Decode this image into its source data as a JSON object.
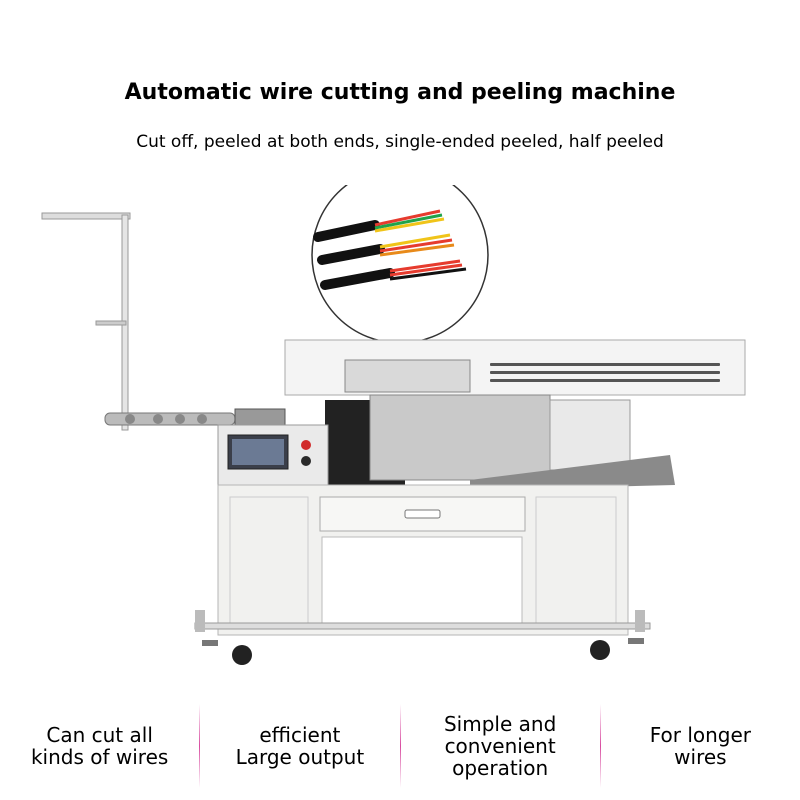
{
  "title": "Automatic wire cutting and peeling machine",
  "subtitle": "Cut off, peeled at both ends, single-ended peeled, half peeled",
  "features": [
    {
      "line1": "Can cut all",
      "line2": "kinds of wires",
      "line3": ""
    },
    {
      "line1": "efficient",
      "line2": "Large output",
      "line3": ""
    },
    {
      "line1": "Simple and",
      "line2": "convenient",
      "line3": "operation"
    },
    {
      "line1": "For longer",
      "line2": "wires",
      "line3": ""
    }
  ],
  "colors": {
    "background": "#ffffff",
    "divider": "#c80078",
    "machine_body": "#f2f2f0",
    "panel": "#2a2a2a"
  },
  "image": {
    "subject": "wire-cutting-machine",
    "inset": "stripped-cables-closeup"
  }
}
